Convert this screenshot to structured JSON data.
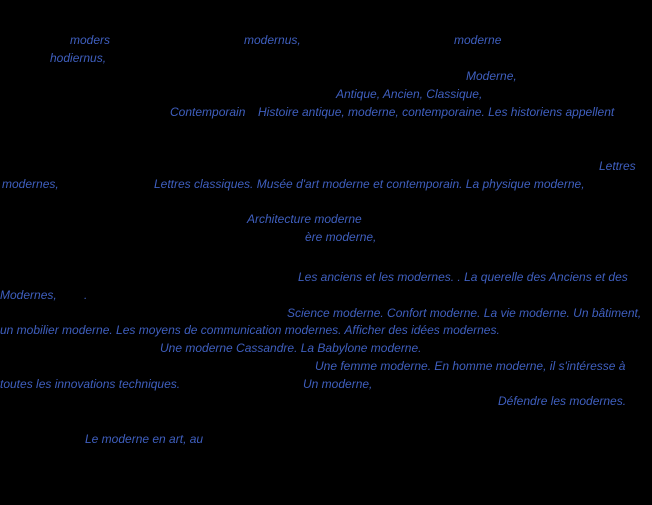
{
  "page": {
    "background": "#000000",
    "text_color": "#3f5fbf"
  },
  "fragments": [
    {
      "text": "moders"
    },
    {
      "text": "modernus,"
    },
    {
      "text": "moderne"
    },
    {
      "text": "hodiernus,"
    },
    {
      "text": "Moderne,"
    },
    {
      "text": "Antique, Ancien, Classique,"
    },
    {
      "text": "Contemporain"
    },
    {
      "text": "Histoire antique, moderne, contemporaine. Les historiens appellent"
    },
    {
      "text": "Lettres"
    },
    {
      "text": "modernes,"
    },
    {
      "text": "Lettres classiques. Musée d'art moderne et contemporain. La physique moderne,"
    },
    {
      "text": "Architecture moderne"
    },
    {
      "text": "ère moderne,"
    },
    {
      "text": "Les anciens et les modernes. . La querelle des Anciens et des"
    },
    {
      "text": "Modernes,"
    },
    {
      "text": "."
    },
    {
      "text": "Science moderne. Confort moderne. La vie moderne. Un bâtiment,"
    },
    {
      "text": "un mobilier moderne. Les moyens de communication modernes. Afficher des idées modernes."
    },
    {
      "text": "Une moderne Cassandre. La Babylone moderne."
    },
    {
      "text": "Une femme moderne. En homme moderne, il s'intéresse à"
    },
    {
      "text": "toutes les innovations techniques."
    },
    {
      "text": "Un moderne,"
    },
    {
      "text": "Défendre les modernes."
    },
    {
      "text": "Le moderne en art, au"
    }
  ]
}
